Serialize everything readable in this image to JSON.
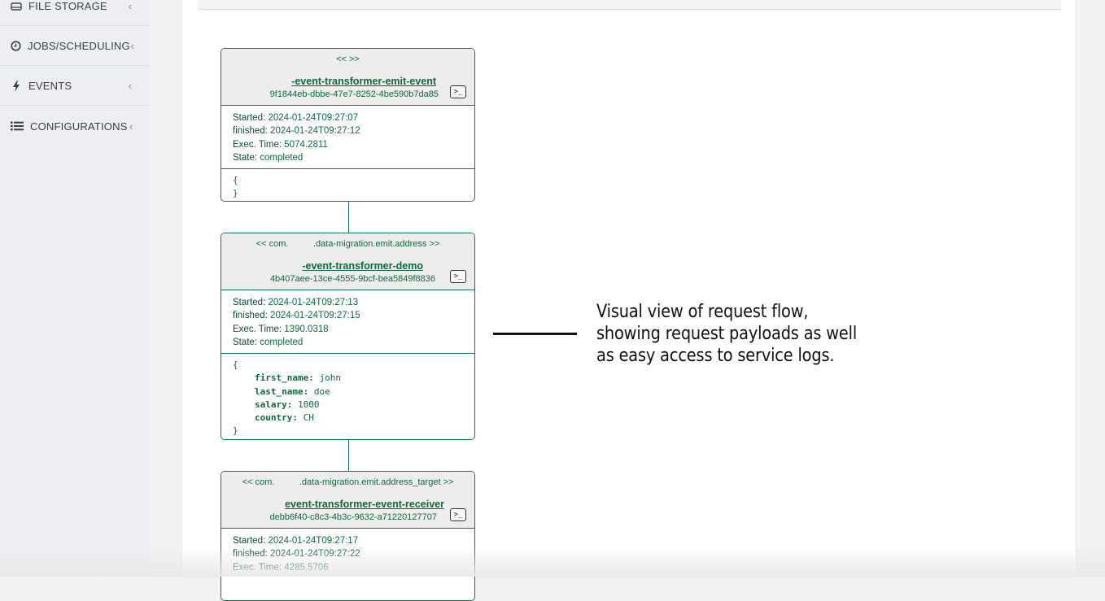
{
  "sidebar": {
    "items": [
      {
        "label": "FILE STORAGE",
        "icon": "hard-drive-icon"
      },
      {
        "label": "JOBS/SCHEDULING",
        "icon": "clock-icon"
      },
      {
        "label": "EVENTS",
        "icon": "lightning-icon"
      },
      {
        "label": "CONFIGURATIONS",
        "icon": "list-icon"
      }
    ],
    "chevron": "‹"
  },
  "flow": {
    "nodes": [
      {
        "type_label": "<< >>",
        "service_name": "-event-transformer-emit-event",
        "instance_id": "9f1844eb-dbbe-47e7-8252-4be590b7da85",
        "terminal_glyph": ">_",
        "started_key": "Started:",
        "started": "2024-01-24T09:27:07",
        "finished_key": "finished:",
        "finished": "2024-01-24T09:27:12",
        "exec_key": "Exec. Time:",
        "exec_time": "5074.2811",
        "state_key": "State:",
        "state": "completed",
        "payload_open": "{",
        "payload_close": "}",
        "payload": []
      },
      {
        "type_label": "<< com.          .data-migration.emit.address >>",
        "service_name": "-event-transformer-demo",
        "instance_id": "4b407aee-13ce-4555-9bcf-bea5849f8836",
        "terminal_glyph": ">_",
        "started_key": "Started:",
        "started": "2024-01-24T09:27:13",
        "finished_key": "finished:",
        "finished": "2024-01-24T09:27:15",
        "exec_key": "Exec. Time:",
        "exec_time": "1390.0318",
        "state_key": "State:",
        "state": "completed",
        "payload_open": "{",
        "payload_close": "}",
        "payload": [
          {
            "key": "first_name:",
            "value": "john"
          },
          {
            "key": "last_name:",
            "value": "doe"
          },
          {
            "key": "salary:",
            "value": "1000"
          },
          {
            "key": "country:",
            "value": "CH"
          }
        ]
      },
      {
        "type_label": "<< com.          .data-migration.emit.address_target >>",
        "service_name": "event-transformer-event-receiver",
        "instance_id": "debb6f40-c8c3-4b3c-9632-a71220127707",
        "terminal_glyph": ">_",
        "started_key": "Started:",
        "started": "2024-01-24T09:27:17",
        "finished_key": "finished:",
        "finished": "2024-01-24T09:27:22",
        "exec_key": "Exec. Time:",
        "exec_time": "4285.5706"
      }
    ]
  },
  "annotation": {
    "lines": [
      "Visual view of request flow,",
      "showing request payloads as well",
      "as easy access to service logs."
    ]
  }
}
